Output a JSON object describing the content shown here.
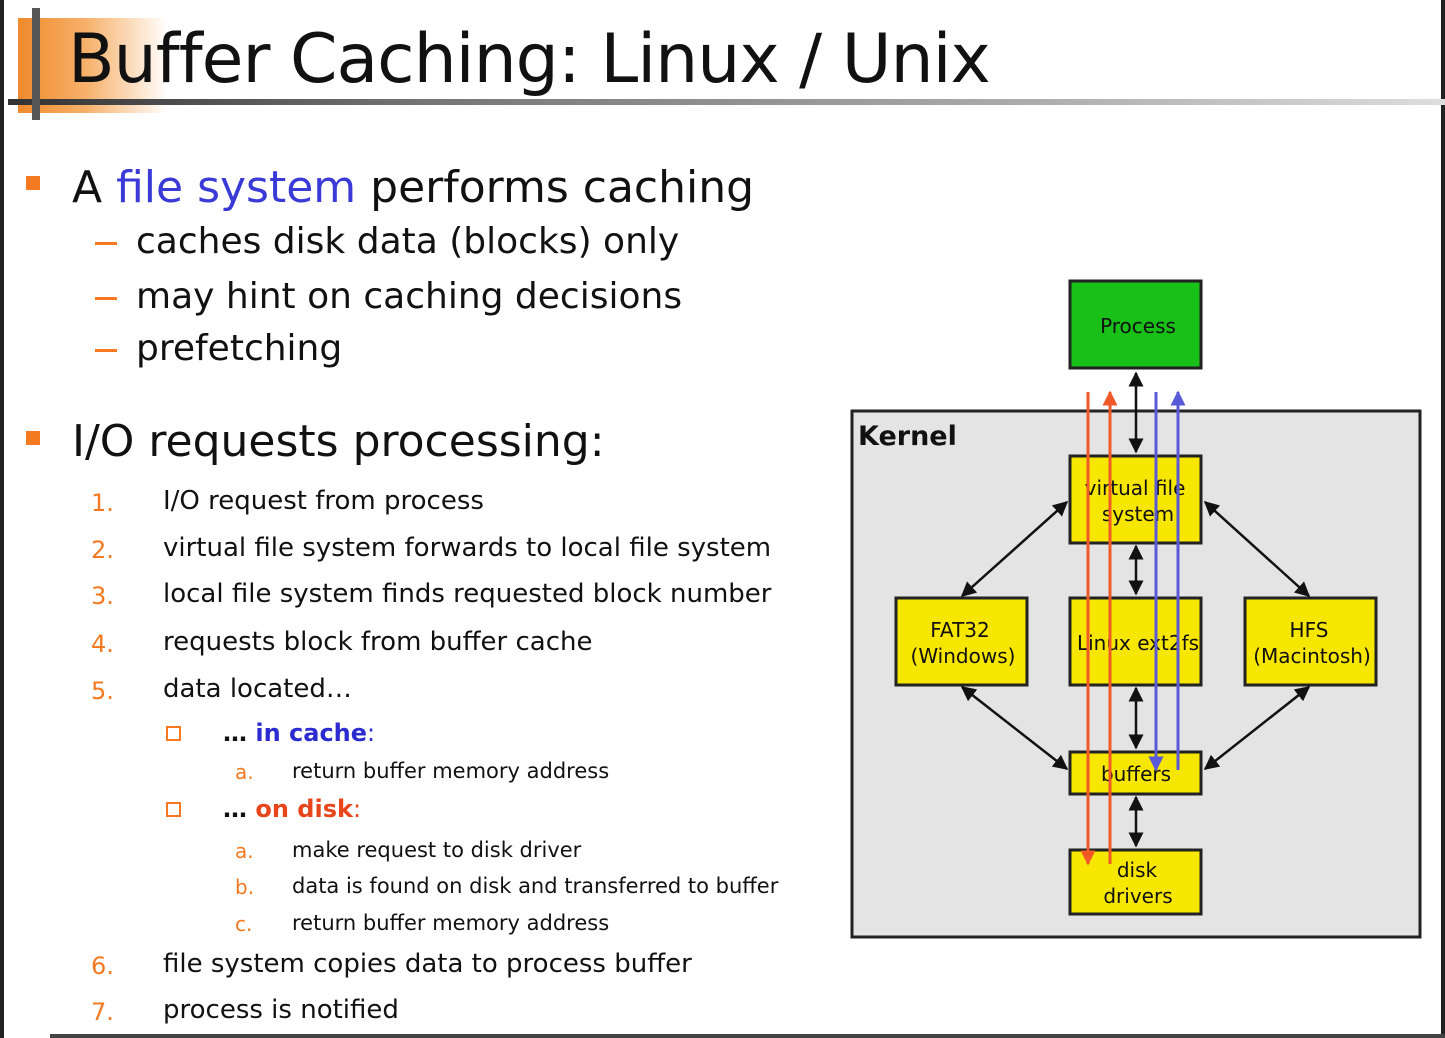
{
  "title": "Buffer Caching: Linux / Unix",
  "bullets": {
    "first": {
      "prefix": "A ",
      "highlight": "file system",
      "suffix": " performs caching",
      "dashes": [
        "caches disk data (blocks) only",
        "may hint on caching decisions",
        "prefetching"
      ]
    },
    "second": {
      "text": "I/O requests processing:",
      "steps": [
        {
          "num": "1.",
          "text": "I/O request from process"
        },
        {
          "num": "2.",
          "text": "virtual file system forwards to local file system"
        },
        {
          "num": "3.",
          "text": "local file system finds requested block number"
        },
        {
          "num": "4.",
          "text": "requests block from buffer cache"
        },
        {
          "num": "5.",
          "text": "data located…"
        }
      ],
      "in_cache": {
        "lead": "… ",
        "keyword": "in cache",
        "colon": ":",
        "items": [
          {
            "letter": "a.",
            "text": "return buffer memory address"
          }
        ]
      },
      "on_disk": {
        "lead": "… ",
        "keyword": "on disk",
        "colon": ":",
        "items": [
          {
            "letter": "a.",
            "text": "make request to disk driver"
          },
          {
            "letter": "b.",
            "text": "data is found on disk and transferred to buffer"
          },
          {
            "letter": "c.",
            "text": "return buffer memory address"
          }
        ]
      },
      "final_steps": [
        {
          "num": "6.",
          "text": "file system copies data to process buffer"
        },
        {
          "num": "7.",
          "text": "process is notified"
        }
      ]
    }
  },
  "diagram": {
    "kernel_label": "Kernel",
    "process": "Process",
    "vfs": [
      "virtual file",
      "system"
    ],
    "fat32": [
      "FAT32",
      "(Windows)"
    ],
    "ext2": "Linux ext2fs",
    "hfs": [
      "HFS",
      "(Macintosh)"
    ],
    "buffers": "buffers",
    "disk": [
      "disk",
      "drivers"
    ],
    "colors": {
      "process_fill": "#18c018",
      "box_fill": "#f7e600",
      "kernel_fill": "#e4e4e4",
      "request_arrow": "#f05a28",
      "return_arrow": "#5a5ad8"
    }
  }
}
